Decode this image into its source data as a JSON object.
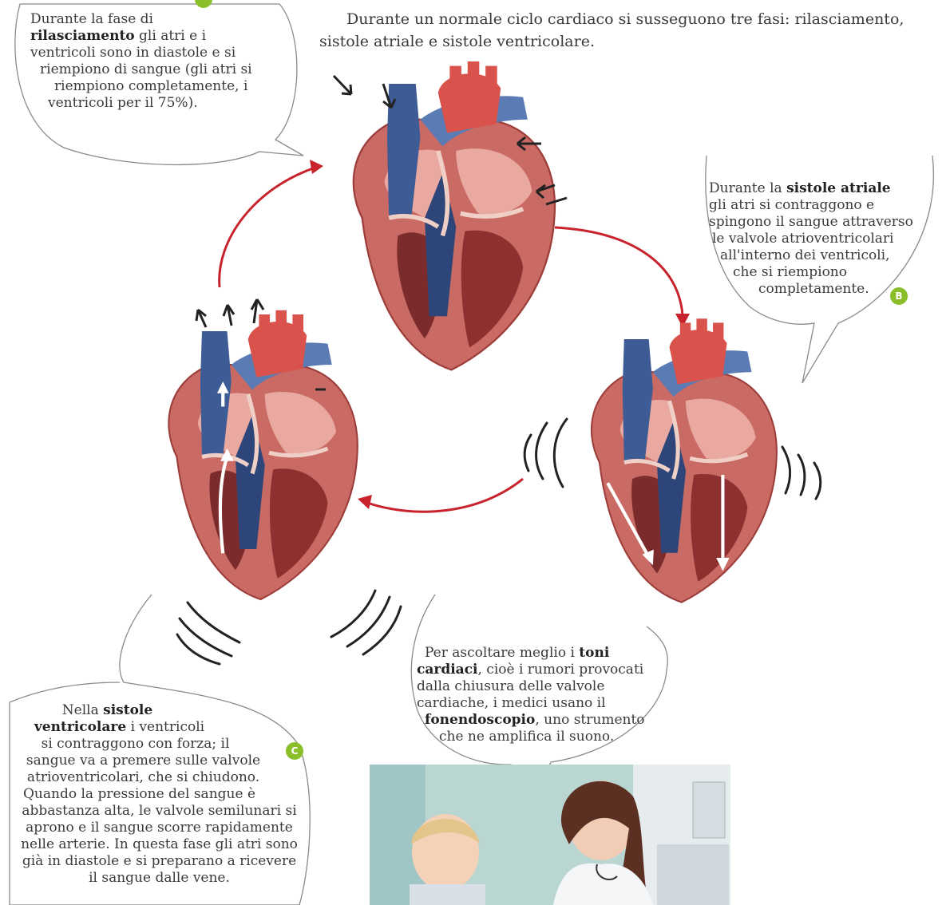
{
  "intro": {
    "text": "Durante un normale ciclo cardiaco si susseguono tre fasi: rilasciamento, sistole atriale e sistole ventricolare."
  },
  "bubble_a": {
    "line1": "Durante la fase di",
    "bold": "rilasciamento",
    "after_bold": " gli atri e i",
    "line3": "ventricoli sono in diastole e si",
    "line4": "riempiono di sangue (gli atri si",
    "line5": "riempiono completamente, i",
    "line6": "ventricoli per il 75%)."
  },
  "bubble_b": {
    "pre": "Durante la ",
    "bold": "sistole atriale",
    "line2": "gli atri si contraggono e",
    "line3": "spingono il sangue attraverso",
    "line4": "le valvole atrioventricolari",
    "line5": "all'interno dei ventricoli,",
    "line6": "che si riempiono",
    "line7": "completamente.",
    "badge": "B"
  },
  "bubble_c": {
    "pre": "Nella ",
    "bold1": "sistole",
    "bold2": "ventricolare",
    "after_bold2": " i ventricoli",
    "line3": "si contraggono con forza; il",
    "line4": "sangue va a premere sulle valvole",
    "line5": "atrioventricolari, che si chiudono.",
    "line6": "Quando la pressione del sangue è",
    "line7": "abbastanza alta, le valvole semilunari si",
    "line8": "aprono e il sangue scorre rapidamente",
    "line9": "nelle arterie. In questa fase gli atri sono",
    "line10": "già in diastole e si preparano a ricevere",
    "line11": "il sangue dalle vene.",
    "badge": "C"
  },
  "bubble_d": {
    "pre": "Per ascoltare meglio i ",
    "bold1": "toni",
    "bold2": "cardiaci",
    "after_bold2": ", cioè i rumori provocati",
    "line3": "dalla chiusura delle valvole",
    "line4": "cardiache, i medici usano il",
    "bold3": "fonendoscopio",
    "after_bold3": ", uno strumento",
    "line6": "che ne amplifica il suono."
  },
  "colors": {
    "cycle_arrow": "#c8232c",
    "badge": "#8bbf2a",
    "heart_muscle": "#c96a64",
    "vein_blue": "#3d5b95",
    "artery_red": "#d9524c"
  }
}
